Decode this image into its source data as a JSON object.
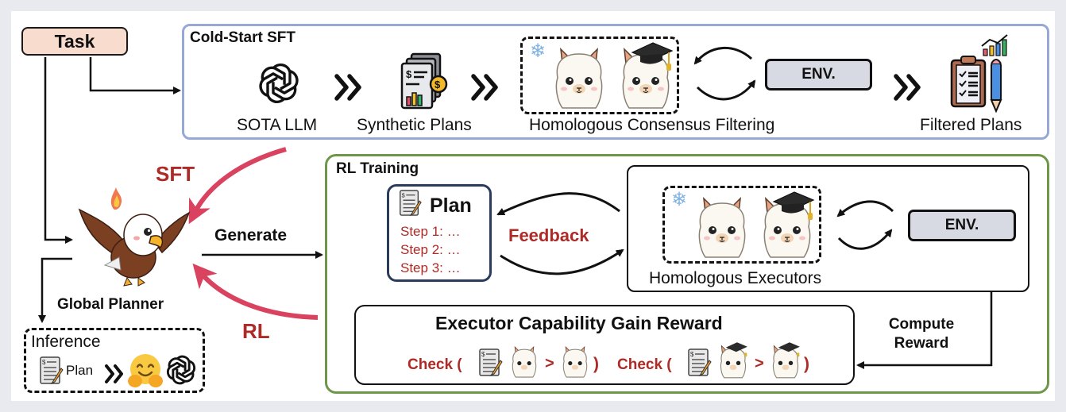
{
  "task": {
    "label": "Task"
  },
  "cold_start_sft": {
    "title": "Cold-Start SFT",
    "stages": [
      {
        "label": "SOTA LLM",
        "icon": "openai-logo-icon"
      },
      {
        "label": "Synthetic Plans",
        "icon": "financial-document-icon"
      },
      {
        "label": "Homologous Consensus Filtering",
        "icon": "alpaca-pair-icon"
      },
      {
        "label": "Filtered Plans",
        "icon": "clipboard-checklist-icon"
      }
    ],
    "env_label": "ENV."
  },
  "global_planner": {
    "label": "Global Planner",
    "icon": "eagle-mascot-icon"
  },
  "edges": {
    "sft": "SFT",
    "rl": "RL",
    "generate": "Generate",
    "feedback": "Feedback",
    "compute_reward_line1": "Compute",
    "compute_reward_line2": "Reward"
  },
  "inference": {
    "title": "Inference",
    "plan_label": "Plan"
  },
  "rl_training": {
    "title": "RL Training",
    "plan": {
      "title": "Plan",
      "steps": [
        "Step 1: …",
        "Step 2: …",
        "Step 3: …"
      ]
    },
    "executors_label": "Homologous Executors",
    "env_label": "ENV.",
    "reward": {
      "title": "Executor Capability Gain Reward",
      "check_label": "Check (",
      "gt": ">",
      "close": ")"
    }
  },
  "colors": {
    "sft_border": "#97a8d6",
    "rl_border": "#6f974a",
    "accent_red": "#ad2a26",
    "arrow_pink": "#d9435f",
    "task_fill": "#f8dccd",
    "env_fill": "#d7dae3"
  }
}
